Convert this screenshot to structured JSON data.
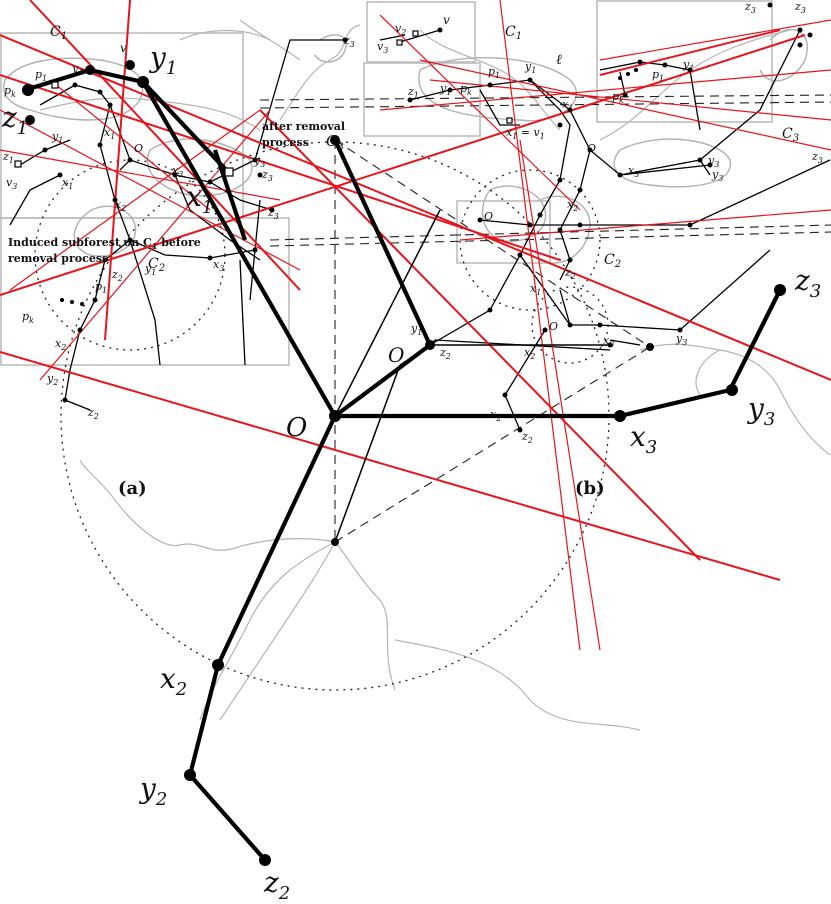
{
  "figure": {
    "main_labels": {
      "o": "O",
      "x2": "x",
      "x2_sub": "2",
      "y2": "y",
      "y2_sub": "2",
      "z2": "z",
      "z2_sub": "2",
      "x3": "x",
      "x3_sub": "3",
      "y3": "y",
      "y3_sub": "3",
      "z3": "z",
      "z3_sub": "3",
      "x1": "x",
      "x1_sub": "1",
      "y1": "y",
      "y1_sub": "1",
      "z1": "z",
      "z1_sub": "1",
      "c3": "C",
      "c3_sub": "3"
    },
    "panel_a": {
      "caption": "(a)",
      "label_c1": "C",
      "label_c1_sub": "1",
      "label_c2": "C",
      "label_c2_sub": "2",
      "induced_note_line1": "Induced subforest on C",
      "induced_note_sub": "1",
      "induced_note_tail": " before",
      "induced_note_line2": "removal process",
      "after_note_line1": "after removal",
      "after_note_line2": "process",
      "small": {
        "v": "v",
        "v3": "v",
        "v3_sub": "3",
        "y1": "y",
        "y1_sub": "1",
        "pk": "p",
        "pk_sub": "k",
        "p1": "p",
        "p1_sub": "1",
        "o": "O",
        "x1": "x",
        "x1_sub": "1",
        "x3": "x",
        "x3_sub": "3",
        "y3": "y",
        "y3_sub": "3",
        "z3": "z",
        "z3_sub": "3",
        "x2": "x",
        "x2_sub": "2",
        "y2": "y",
        "y2_sub": "2",
        "z2": "z",
        "z2_sub": "2",
        "z1": "z",
        "z1_sub": "1"
      }
    },
    "panel_b": {
      "caption": "(b)",
      "label_c1": "C",
      "label_c1_sub": "1",
      "label_c2": "C",
      "label_c2_sub": "2",
      "label_c3": "C",
      "label_c3_sub": "3",
      "label_ell": "ℓ",
      "eq_x1_v1": "x",
      "eq_x1_v1_sub": "1",
      "eq_x1_v1_eq": " = v",
      "eq_x1_v1_sub2": "1",
      "small": {
        "v": "v",
        "v2": "v",
        "v2_sub": "2",
        "v3": "v",
        "v3_sub": "3",
        "z1": "z",
        "z1_sub": "1",
        "y1": "y",
        "y1_sub": "1",
        "pk": "p",
        "pk_sub": "k",
        "p1": "p",
        "p1_sub": "1",
        "o": "O",
        "x3": "x",
        "x3_sub": "3",
        "y3": "y",
        "y3_sub": "3",
        "z3": "z",
        "z3_sub": "3",
        "x2": "x",
        "x2_sub": "2",
        "z2": "z",
        "z2_sub": "2",
        "x1": "x",
        "x1_sub": "1"
      }
    },
    "colors": {
      "tree": "#000000",
      "gray": "#b0b0b0",
      "red": "#e8141b",
      "frame": "#bdbdbd"
    }
  }
}
